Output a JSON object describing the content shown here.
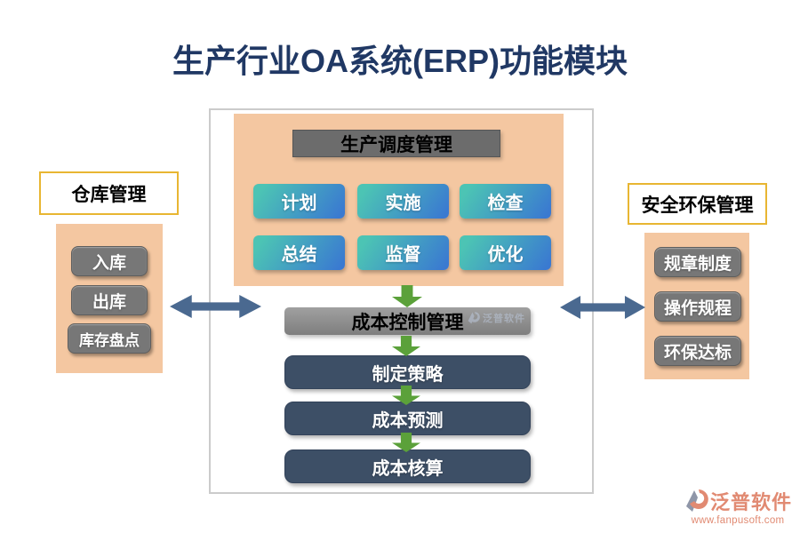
{
  "title": "生产行业OA系统(ERP)功能模块",
  "colors": {
    "title_text": "#203864",
    "panel_peach": "#f4c7a1",
    "header_gray": "#6c6c6c",
    "flow_navy": "#3d4f66",
    "button_teal": "#4cc4b4",
    "button_blue": "#3a79d1",
    "arrow_green": "#5ba13a",
    "arrow_slate": "#4a6990",
    "box_border_gold": "#e8b632",
    "side_button_gray": "#777777",
    "brand_salmon": "#e18a72"
  },
  "center_box": {
    "scheduling": {
      "header": "生产调度管理",
      "buttons": [
        "计划",
        "实施",
        "检查",
        "总结",
        "监督",
        "优化"
      ]
    },
    "cost": {
      "header": "成本控制管理",
      "steps": [
        "制定策略",
        "成本预测",
        "成本核算"
      ]
    }
  },
  "left_panel": {
    "title": "仓库管理",
    "items": [
      "入库",
      "出库",
      "库存盘点"
    ]
  },
  "right_panel": {
    "title": "安全环保管理",
    "items": [
      "规章制度",
      "操作规程",
      "环保达标"
    ]
  },
  "watermark": {
    "brand": "泛普软件"
  },
  "footer_logo": {
    "brand": "泛普软件",
    "url": "www.fanpusoft.com"
  },
  "icons": {
    "flow_arrow": "green-down-block-arrow",
    "link_arrow": "slate-double-headed-arrow",
    "brand_logo": "fanpu-swirl-logo"
  }
}
